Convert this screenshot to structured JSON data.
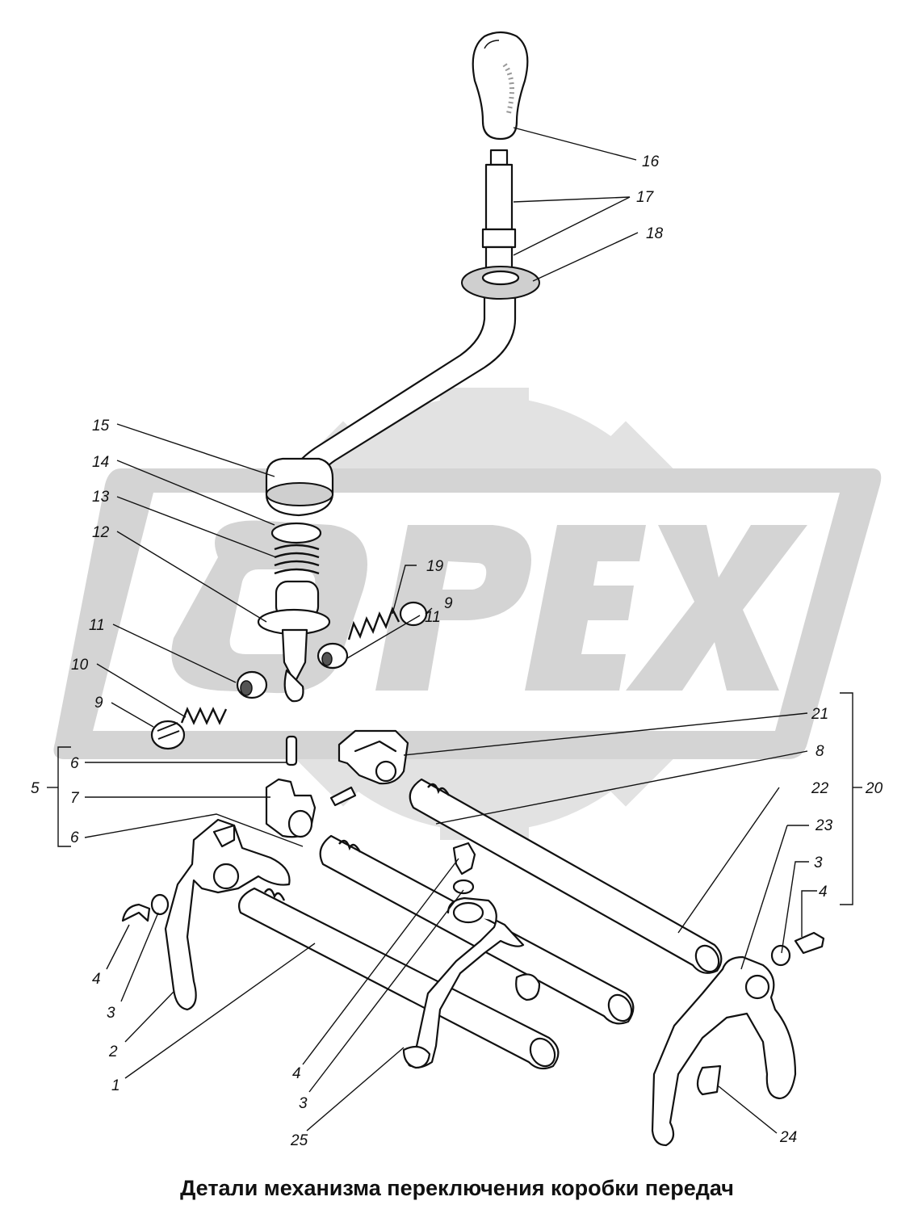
{
  "caption": "Детали механизма переключения коробки передач",
  "watermark": "OPEX",
  "watermark_color": "#d4d4d4",
  "callouts": {
    "c1": "1",
    "c2": "2",
    "c3a": "3",
    "c3b": "3",
    "c3c": "3",
    "c4a": "4",
    "c4b": "4",
    "c4c": "4",
    "c5": "5",
    "c6a": "6",
    "c6b": "6",
    "c7": "7",
    "c8": "8",
    "c9a": "9",
    "c9b": "9",
    "c10": "10",
    "c11a": "11",
    "c11b": "11",
    "c12": "12",
    "c13": "13",
    "c14": "14",
    "c15": "15",
    "c16": "16",
    "c17": "17",
    "c18": "18",
    "c19": "19",
    "c20": "20",
    "c21": "21",
    "c22": "22",
    "c23": "23",
    "c24": "24",
    "c25": "25"
  }
}
